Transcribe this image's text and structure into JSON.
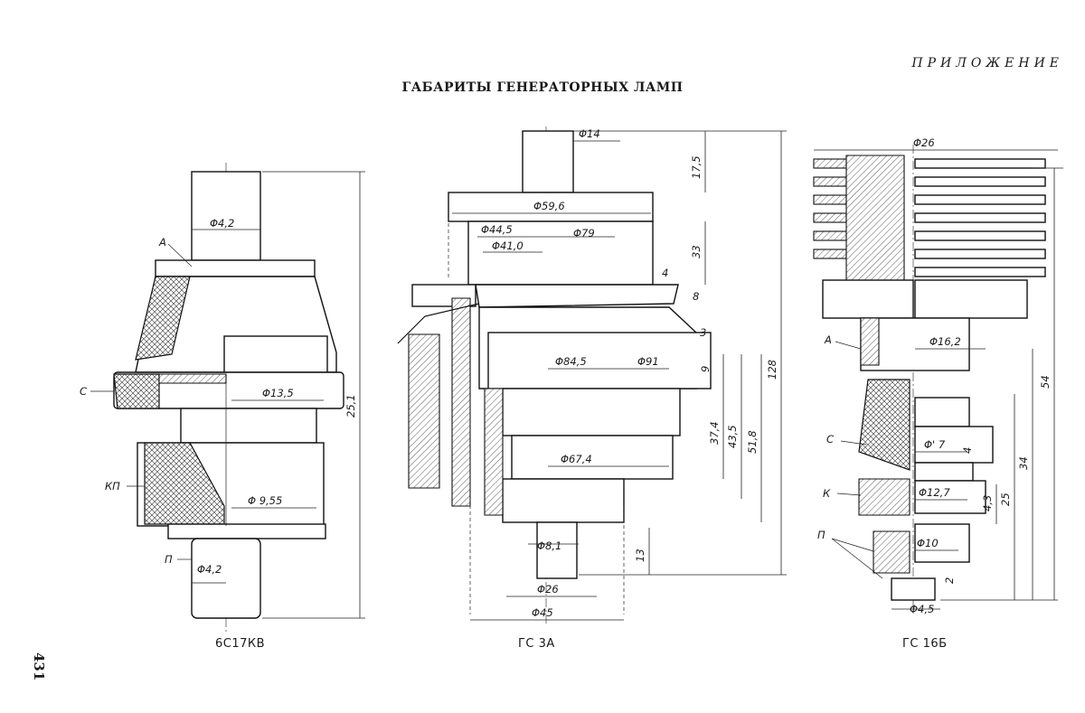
{
  "header": {
    "section": "ПРИЛОЖЕНИЕ",
    "title": "ГАБАРИТЫ ГЕНЕРАТОРНЫХ ЛАМП"
  },
  "page_number": "431",
  "tubes": [
    {
      "caption": "6С17КВ",
      "labels": {
        "anode": "А",
        "grid": "С",
        "cathode_heater": "КП",
        "heater": "П"
      },
      "dims": {
        "d_top": "Φ4,2",
        "d_grid": "Φ13,5",
        "d_base": "Φ 9,55",
        "d_bottom": "Φ4,2",
        "height": "25,1"
      }
    },
    {
      "caption": "ГС 3А",
      "dims": {
        "d_stem": "Φ14",
        "d_cap": "Φ59,6",
        "d_ring1": "Φ44,5",
        "d_flange": "Φ79",
        "d_ring2": "Φ41,0",
        "d_disk": "Φ84,5",
        "d_grid": "Φ91",
        "d_lower": "Φ67,4",
        "d_pin": "Φ8,1",
        "d_base1": "Φ26",
        "d_base2": "Φ45",
        "h_stem": "17,5",
        "h_33": "33",
        "h_4": "4",
        "h_8": "8",
        "h_3": "3",
        "h_9": "9",
        "h_374": "37,4",
        "h_435": "43,5",
        "h_518": "51,8",
        "h_total": "128",
        "h_13": "13"
      }
    },
    {
      "caption": "ГС 16Б",
      "labels": {
        "anode": "А",
        "grid": "С",
        "cathode": "К",
        "heater": "П"
      },
      "dims": {
        "d_top": "Φ26",
        "d_anode": "Φ16,2",
        "d_grid": "Φ' 7",
        "d_cathode": "Φ12,7",
        "d_heater": "Φ10",
        "d_bottom": "Φ4,5",
        "h_54": "54",
        "h_34": "34",
        "h_25": "25",
        "h_43": "4,3",
        "h_4": "4",
        "h_2": "2"
      }
    }
  ]
}
